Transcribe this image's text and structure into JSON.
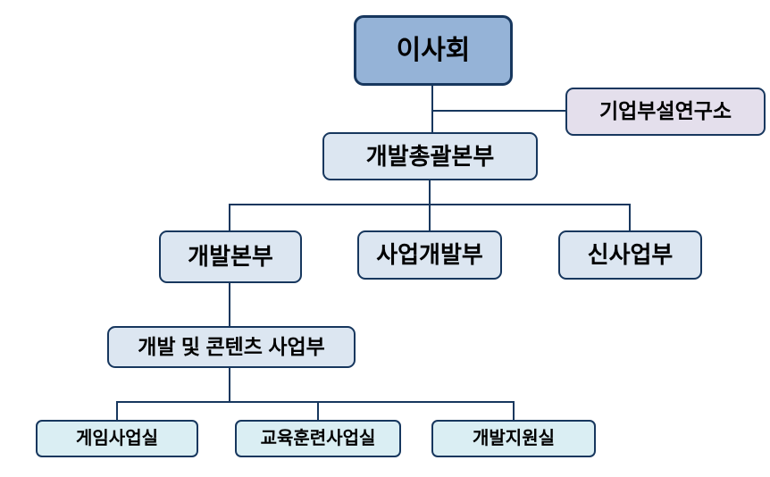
{
  "org_chart": {
    "nodes": {
      "board": {
        "label": "이사회"
      },
      "research_institute": {
        "label": "기업부설연구소"
      },
      "dev_general_hq": {
        "label": "개발총괄본부"
      },
      "dev_hq": {
        "label": "개발본부"
      },
      "business_dev_dept": {
        "label": "사업개발부"
      },
      "new_business_dept": {
        "label": "신사업부"
      },
      "dev_content_dept": {
        "label": "개발 및 콘텐츠 사업부"
      },
      "game_business_office": {
        "label": "게임사업실"
      },
      "education_training_office": {
        "label": "교육훈련사업실"
      },
      "dev_support_office": {
        "label": "개발지원실"
      }
    },
    "hierarchy": [
      {
        "parent": "이사회",
        "children": [
          "기업부설연구소",
          "개발총괄본부"
        ]
      },
      {
        "parent": "개발총괄본부",
        "children": [
          "개발본부",
          "사업개발부",
          "신사업부"
        ]
      },
      {
        "parent": "개발본부",
        "children": [
          "개발 및 콘텐츠 사업부"
        ]
      },
      {
        "parent": "개발 및 콘텐츠 사업부",
        "children": [
          "게임사업실",
          "교육훈련사업실",
          "개발지원실"
        ]
      }
    ],
    "colors": {
      "line": "#17375E",
      "border": "#17375E",
      "board_fill": "#95B3D7",
      "research_fill": "#E4DFEC",
      "dept_fill": "#DCE6F1",
      "office_fill": "#DAEEF3"
    }
  }
}
